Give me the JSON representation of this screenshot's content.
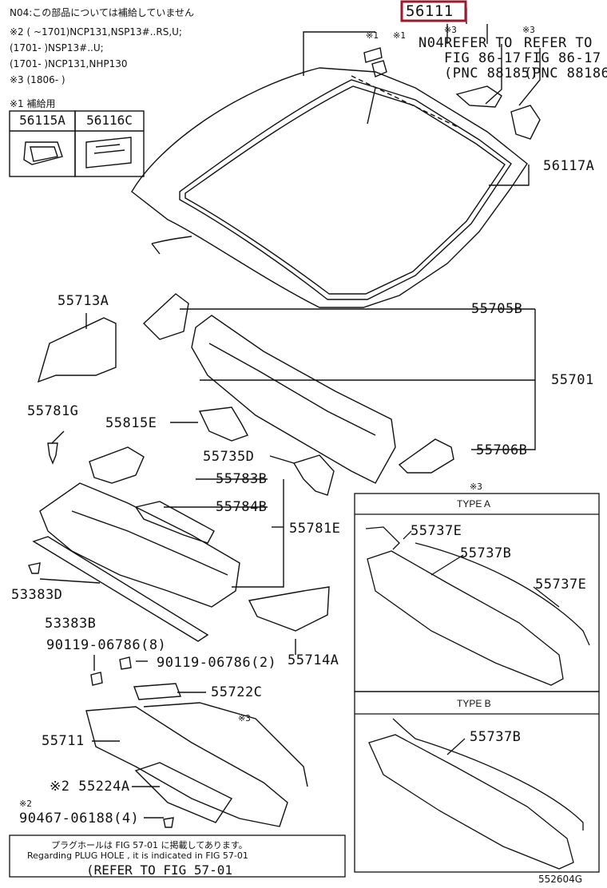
{
  "header": {
    "n04_note": "N04:この部品については補給していません",
    "note_lines": [
      "※2 (      ~1701)NCP131,NSP13#..RS,U;",
      "   (1701-      )NSP13#..U;",
      "   (1701-      )NCP131,NHP130",
      "※3 (1806-      )"
    ],
    "supply_note": "※1 補給用"
  },
  "small_parts": {
    "p1": "56115A",
    "p2": "56116C"
  },
  "labels": {
    "main_part": "56111",
    "n04": "N04",
    "mark1a": "※1",
    "mark1b": "※1",
    "mark3a": "※3",
    "mark3b": "※3",
    "refer1_line1": "REFER TO",
    "refer1_line2": "FIG 86-17",
    "refer1_line3": "(PNC 88185)",
    "refer2_line1": "REFER TO",
    "refer2_line2": "FIG 86-17",
    "refer2_line3": "(PNC 88186)",
    "p56117A": "56117A",
    "p55713A": "55713A",
    "p55705B": "55705B",
    "p55701": "55701",
    "p55781G": "55781G",
    "p55815E": "55815E",
    "p55706B": "55706B",
    "p55735D": "55735D",
    "p55783B": "55783B",
    "p55784B": "55784B",
    "p55781E": "55781E",
    "p53383D": "53383D",
    "p53383B": "53383B",
    "bolt1": "90119-06786(8)",
    "bolt2": "90119-06786(2)",
    "p55714A": "55714A",
    "p55722C": "55722C",
    "p55711": "55711",
    "p55224A": "※2 55224A",
    "mark2": "※2",
    "p90467": "90467-06188(4)",
    "mark3c": "※3",
    "mark3d": "※3"
  },
  "type_a": {
    "header": "TYPE A",
    "l1": "55737E",
    "l2": "55737B",
    "l3": "55737E"
  },
  "type_b": {
    "header": "TYPE B",
    "l1": "55737B"
  },
  "footer": {
    "jp": "プラグホールは FIG 57-01 に掲載してあります。",
    "en": "Regarding  PLUG  HOLE , it is indicated in  FIG  57-01",
    "ref": "(REFER TO FIG 57-01",
    "code": "552604G"
  },
  "colors": {
    "highlight": "#a0162b",
    "ink": "#111111"
  }
}
